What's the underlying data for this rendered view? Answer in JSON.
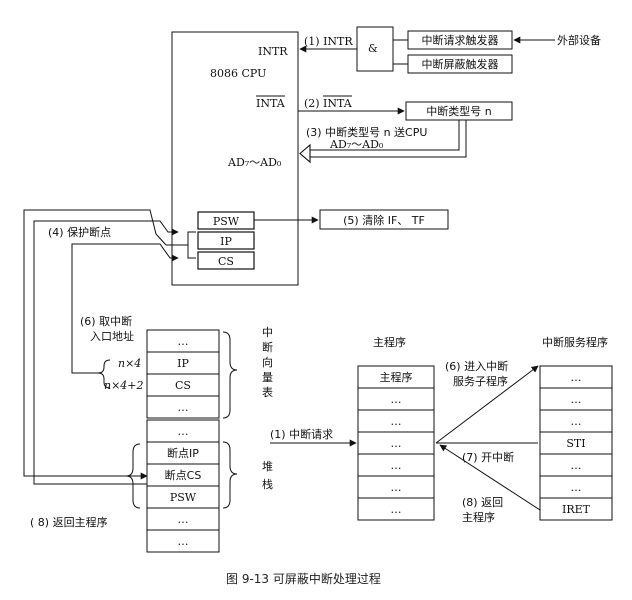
{
  "cpu": {
    "name": "8086 CPU",
    "pin_intr": "INTR",
    "pin_inta": "INTA",
    "pin_ad": "AD₇～AD₀",
    "reg_psw": "PSW",
    "reg_ip": "IP",
    "reg_cs": "CS"
  },
  "gate": {
    "and_symbol": "&"
  },
  "triggers": {
    "request": "中断请求触发器",
    "mask": "中断屏蔽触发器",
    "external": "外部设备"
  },
  "type_box": "中断类型号 n",
  "steps": {
    "s1_intr": "(1) INTR",
    "s2_inta_prefix": "(2)",
    "s2_inta": "INTA",
    "s3_line1": "(3) 中断类型号 n 送CPU",
    "s3_line2": "AD₇～AD₀",
    "s4": "(4) 保护断点",
    "s5": "(5)  清除 IF、 TF",
    "s6_left_l1": "(6) 取中断",
    "s6_left_l2": "入口地址",
    "s1_request": "(1)  中断请求",
    "s6_enter_l1": "(6) 进入中断",
    "s6_enter_l2": "服务子程序",
    "s7": "(7)  开中断",
    "s8_return_l1": "(8) 返回",
    "s8_return_l2": "主程序",
    "s8_main": "( 8)  返回主程序"
  },
  "vector_table": {
    "label_chars": [
      "中",
      "断",
      "向",
      "量",
      "表"
    ],
    "cells": [
      "…",
      "IP",
      "CS",
      "…"
    ],
    "addr_n4": "n×4",
    "addr_n42": "n×4+2"
  },
  "stack": {
    "label_chars": [
      "堆",
      "栈"
    ],
    "cells": [
      "…",
      "断点IP",
      "断点CS",
      "PSW",
      "…",
      "…"
    ]
  },
  "main_program": {
    "title": "主程序",
    "cells": [
      "主程序",
      "…",
      "…",
      "…",
      "…",
      "…",
      "…"
    ]
  },
  "isr": {
    "title": "中断服务程序",
    "cells": [
      "…",
      "…",
      "…",
      "STI",
      "…",
      "…",
      "IRET"
    ]
  },
  "caption": "图 9-13   可屏蔽中断处理过程"
}
